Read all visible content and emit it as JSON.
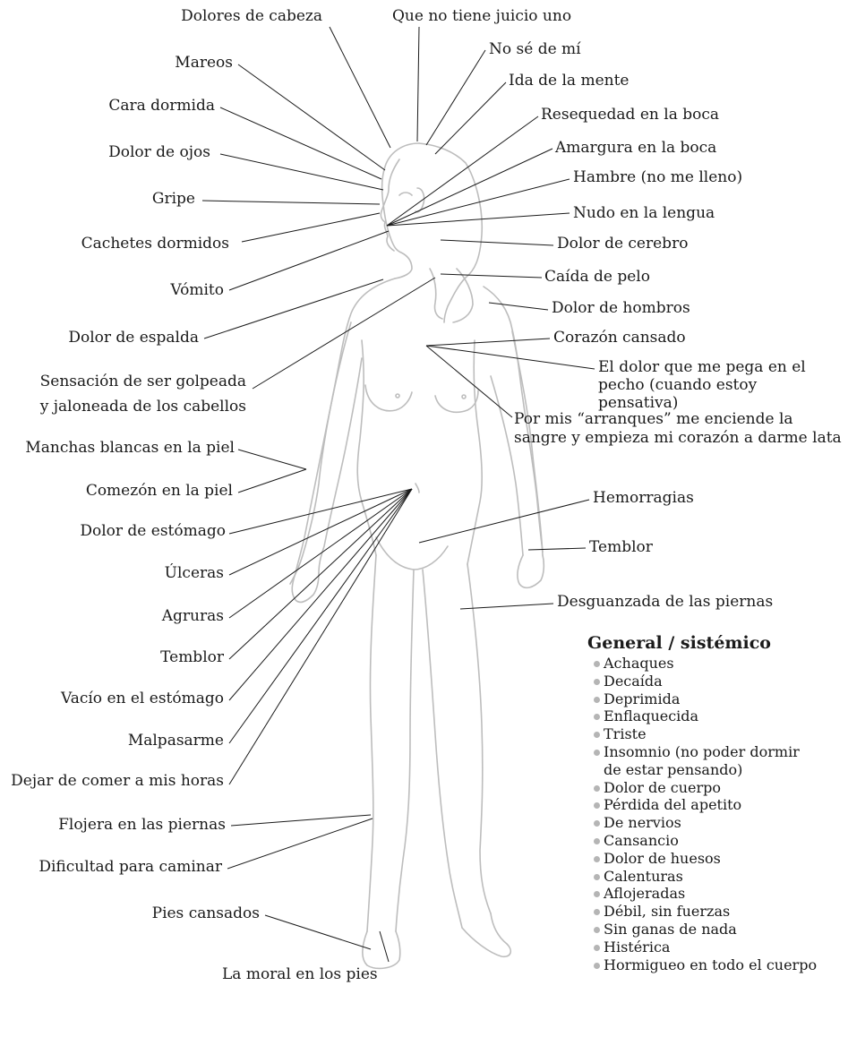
{
  "labels": [
    {
      "id": "dolores-cabeza",
      "text": "Dolores de cabeza"
    },
    {
      "id": "que-no-tiene-juicio",
      "text": "Que no tiene juicio uno"
    },
    {
      "id": "no-se-de-mi",
      "text": "No sé de mí"
    },
    {
      "id": "mareos",
      "text": "Mareos"
    },
    {
      "id": "ida-mente",
      "text": "Ida de la mente"
    },
    {
      "id": "cara-dormida",
      "text": "Cara dormida"
    },
    {
      "id": "resequedad-boca",
      "text": "Resequedad en la boca"
    },
    {
      "id": "amargura-boca",
      "text": "Amargura en la boca"
    },
    {
      "id": "dolor-ojos",
      "text": "Dolor de ojos"
    },
    {
      "id": "hambre",
      "text": "Hambre (no me lleno)"
    },
    {
      "id": "gripe",
      "text": "Gripe"
    },
    {
      "id": "nudo-lengua",
      "text": "Nudo en la lengua"
    },
    {
      "id": "cachetes-dormidos",
      "text": "Cachetes dormidos"
    },
    {
      "id": "dolor-cerebro",
      "text": "Dolor de cerebro"
    },
    {
      "id": "caida-pelo",
      "text": "Caída de pelo"
    },
    {
      "id": "vomito",
      "text": "Vómito"
    },
    {
      "id": "dolor-hombros",
      "text": "Dolor de hombros"
    },
    {
      "id": "dolor-espalda",
      "text": "Dolor de espalda"
    },
    {
      "id": "corazon-cansado",
      "text": "Corazón cansado"
    },
    {
      "id": "golpeada",
      "text": "Sensación de ser golpeada y jaloneada de los cabellos"
    },
    {
      "id": "dolor-pecho",
      "text": "El dolor que me pega en el pecho (cuando estoy pensativa)"
    },
    {
      "id": "arranques",
      "text": "Por mis “arranques” me enciende la sangre y empieza mi corazón a darme lata"
    },
    {
      "id": "manchas-blancas",
      "text": "Manchas blancas en la piel"
    },
    {
      "id": "comezon",
      "text": "Comezón en la piel"
    },
    {
      "id": "hemorragias",
      "text": "Hemorragias"
    },
    {
      "id": "dolor-estomago",
      "text": "Dolor de estómago"
    },
    {
      "id": "temblor-mano",
      "text": "Temblor"
    },
    {
      "id": "ulceras",
      "text": "Úlceras"
    },
    {
      "id": "desguanzada",
      "text": "Desguanzada de las piernas"
    },
    {
      "id": "agruras",
      "text": "Agruras"
    },
    {
      "id": "temblor",
      "text": "Temblor"
    },
    {
      "id": "vacio-estomago",
      "text": "Vacío en el estómago"
    },
    {
      "id": "malpasarme",
      "text": "Malpasarme"
    },
    {
      "id": "dejar-comer",
      "text": "Dejar de comer a mis horas"
    },
    {
      "id": "flojera-piernas",
      "text": "Flojera en las piernas"
    },
    {
      "id": "dificultad-caminar",
      "text": "Dificultad para caminar"
    },
    {
      "id": "pies-cansados",
      "text": "Pies cansados"
    },
    {
      "id": "moral-pies",
      "text": "La moral en los pies"
    }
  ],
  "general": {
    "title": "General / sistémico",
    "items": [
      "Achaques",
      "Decaída",
      "Deprimida",
      "Enflaquecida",
      "Triste",
      "Insomnio (no poder dormir",
      "de estar pensando)",
      "Dolor de cuerpo",
      "Pérdida del apetito",
      "De nervios",
      "Cansancio",
      "Dolor de huesos",
      "Calenturas",
      "Aflojeradas",
      "Débil, sin fuerzas",
      "Sin ganas de nada",
      "Histérica",
      "Hormigueo en todo el cuerpo"
    ]
  },
  "colors": {
    "leader_line": "#1a1a1a",
    "figure_outline": "#bdbdbd",
    "bullet": "#b5b5b5",
    "text": "#1a1a1a"
  }
}
